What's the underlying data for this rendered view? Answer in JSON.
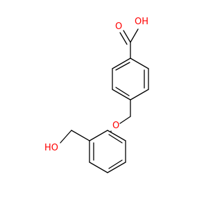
{
  "molecule": {
    "atoms": {
      "carboxyl_oxo": {
        "text": "O",
        "color": "#ff0000"
      },
      "carboxyl_hydroxyl": {
        "text": "OH",
        "color": "#ff0000"
      },
      "ether_oxygen": {
        "text": "O",
        "color": "#ff0000"
      },
      "hydroxymethyl": {
        "text": "HO",
        "color": "#ff0000"
      }
    },
    "bond_color": "#000000"
  }
}
